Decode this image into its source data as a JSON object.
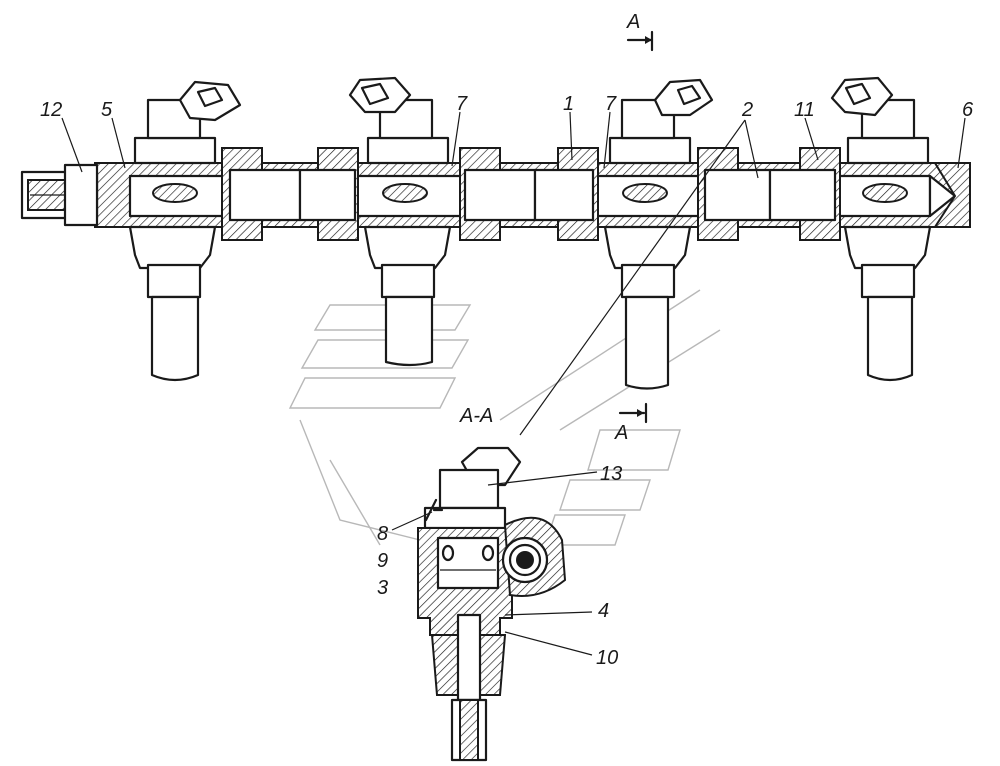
{
  "callouts": {
    "n12": "12",
    "n5": "5",
    "n7a": "7",
    "n1": "1",
    "n7b": "7",
    "n2": "2",
    "n11": "11",
    "n6": "6",
    "n13": "13",
    "n8": "8",
    "n9": "9",
    "n3": "3",
    "n4": "4",
    "n10": "10"
  },
  "section": {
    "mark_top": "А",
    "mark_bottom": "А",
    "view_title": "А-А"
  }
}
